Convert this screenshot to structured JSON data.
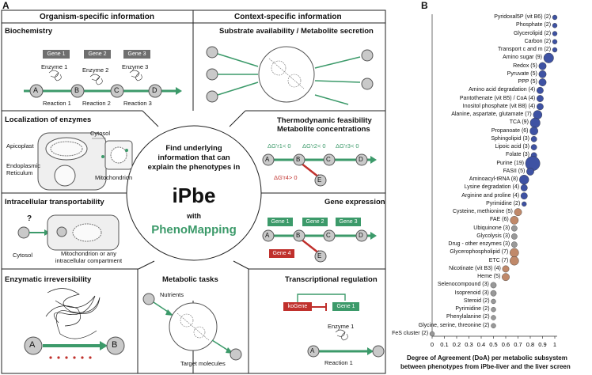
{
  "panel_a": {
    "letter": "A",
    "left_header": "Organism-specific information",
    "right_header": "Context-specific information",
    "biochemistry": {
      "title": "Biochemistry",
      "genes": [
        "Gene 1",
        "Gene 2",
        "Gene 3"
      ],
      "enzymes": [
        "Enzyme 1",
        "Enzyme 2",
        "Enzyme 3"
      ],
      "nodes": [
        "A",
        "B",
        "C",
        "D"
      ],
      "reactions": [
        "Reaction 1",
        "Reaction 2",
        "Reaction 3"
      ]
    },
    "localization": {
      "title": "Localization of enzymes",
      "cytosol": "Cytosol",
      "apicoplast": "Apicoplast",
      "er": "Endoplasmic Reticulum",
      "mito": "Mitochondrion"
    },
    "transport": {
      "title": "Intracellular transportability",
      "question": "?",
      "cytosol": "Cytosol",
      "target": "Mitochondrion or any intracellular compartment"
    },
    "irreversibility": {
      "title": "Enzymatic irreversibility",
      "nodes": [
        "A",
        "B"
      ]
    },
    "center": {
      "text": "Find underlying information that can explain the phenotypes in",
      "ipbe": "iPbe",
      "with": "with",
      "phenomapping": "PhenoMapping"
    },
    "substrate": {
      "title": "Substrate availability / Metabolite secretion"
    },
    "thermo": {
      "title1": "Thermodynamic feasibility",
      "title2": "Metabolite concentrations",
      "dg": [
        "ΔG'r1< 0",
        "ΔG'r2< 0",
        "ΔG'r3< 0"
      ],
      "dg_neg": "ΔG'r4> 0",
      "nodes": [
        "A",
        "B",
        "C",
        "D",
        "E"
      ]
    },
    "gene_expression": {
      "title": "Gene expression",
      "genes": [
        "Gene 1",
        "Gene 2",
        "Gene 3"
      ],
      "gene4": "Gene 4",
      "nodes": [
        "A",
        "B",
        "C",
        "D",
        "E"
      ]
    },
    "metabolic_tasks": {
      "title": "Metabolic tasks",
      "nutrients": "Nutrients",
      "target": "Target molecules"
    },
    "transcriptional": {
      "title": "Transcriptional regulation",
      "kogene": "koGene",
      "gene1": "Gene 1",
      "enzyme": "Enzyme 1",
      "reaction": "Reaction 1",
      "node": "A"
    }
  },
  "panel_b": {
    "letter": "B",
    "xlabel_line1": "Degree of Agreement (DoA) per metabolic subsystem",
    "xlabel_line2": "between phenotypes from iPbe-liver and the liver screen",
    "ticks": [
      "0",
      "0.1",
      "0.2",
      "0.3",
      "0.4",
      "0.5",
      "0.6",
      "0.7",
      "0.8",
      "0.9",
      "1"
    ]
  },
  "chart_data": {
    "type": "scatter",
    "xlabel": "Degree of Agreement (DoA) per metabolic subsystem between phenotypes from iPbe-liver and the liver screen",
    "xlim": [
      0,
      1
    ],
    "categories": [
      "Pyridoxal5P (vit B6) (2)",
      "Phosphate (2)",
      "Glycerolipid (2)",
      "Carbon (2)",
      "Transport c and m (2)",
      "Amino sugar (9)",
      "Redox (5)",
      "Pyruvate (5)",
      "PPP (5)",
      "Amino acid degradation (4)",
      "Pantothenate (vit B5) / CoA (4)",
      "Inositol phosphate (vit B8) (4)",
      "Alanine, aspartate, glutamate (7)",
      "TCA (9)",
      "Propanoate (6)",
      "Sphingolipid (3)",
      "Lipoic acid (3)",
      "Folate (3)",
      "Purine (19)",
      "FASII (5)",
      "Aminoacyl-tRNA (8)",
      "Lysine degradation (4)",
      "Arginine and proline (4)",
      "Pyrimidine (2)",
      "Cysteine, methionine (5)",
      "FAE (6)",
      "Ubiquinone (3)",
      "Glycolysis (3)",
      "Drug - other enzymes (3)",
      "Glycerophospholipid (7)",
      "ETC (7)",
      "Nicotinate (vit B3) (4)",
      "Heme (5)",
      "Selenocompound (3)",
      "Isoprenoid (3)",
      "Steroid (2)",
      "Pyrimidine (2)",
      "Phenylalanine (2)",
      "Glycine, serine, threonine (2)",
      "FeS cluster (2)"
    ],
    "values": [
      1,
      1,
      1,
      1,
      1,
      0.95,
      0.9,
      0.9,
      0.9,
      0.88,
      0.88,
      0.88,
      0.86,
      0.84,
      0.83,
      0.83,
      0.83,
      0.83,
      0.82,
      0.8,
      0.75,
      0.75,
      0.75,
      0.75,
      0.7,
      0.67,
      0.67,
      0.67,
      0.67,
      0.67,
      0.67,
      0.6,
      0.6,
      0.5,
      0.5,
      0.5,
      0.5,
      0.5,
      0.5,
      0
    ],
    "sizes": [
      2,
      2,
      2,
      2,
      2,
      9,
      5,
      5,
      5,
      4,
      4,
      4,
      7,
      9,
      6,
      3,
      3,
      3,
      19,
      5,
      8,
      4,
      4,
      2,
      5,
      6,
      3,
      3,
      3,
      7,
      7,
      4,
      5,
      3,
      3,
      2,
      2,
      2,
      2,
      2
    ],
    "colors": {
      "high": "#3e52a3",
      "mid": "#c0896a",
      "low": "#999999"
    }
  }
}
